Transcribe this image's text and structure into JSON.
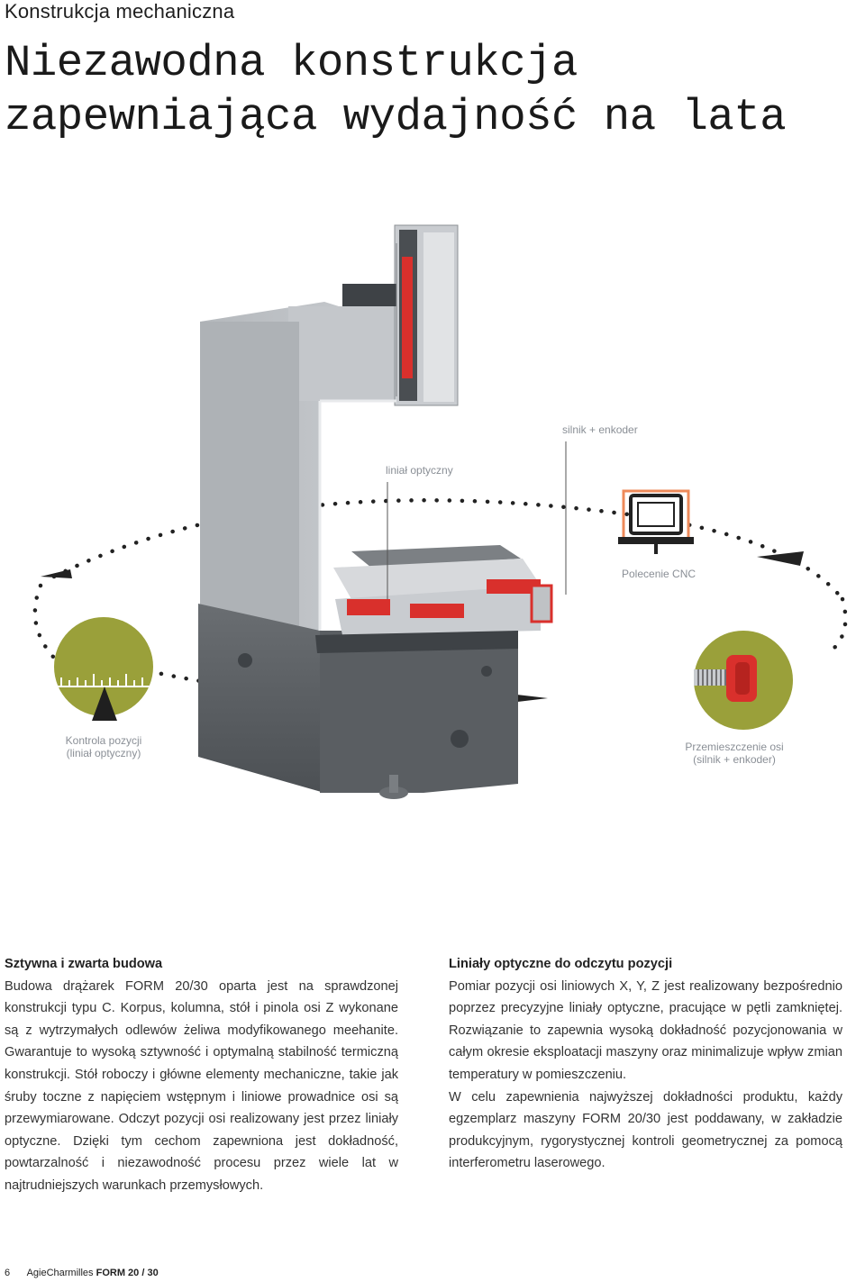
{
  "header": {
    "section": "Konstrukcja mechaniczna",
    "title_line1": "Niezawodna konstrukcja",
    "title_line2": "zapewniająca wydajność na lata"
  },
  "diagram": {
    "label_motor": "silnik + enkoder",
    "label_scale": "liniał optyczny",
    "label_cnc": "Polecenie CNC",
    "label_position_control_1": "Kontrola pozycji",
    "label_position_control_2": "(liniał optyczny)",
    "label_axis_move_1": "Przemieszczenie osi",
    "label_axis_move_2": "(silnik + enkoder)",
    "colors": {
      "olive": "#9aa03a",
      "red": "#d9302c",
      "machine_gray": "#b9bdc1",
      "dark_gray": "#3e4246"
    }
  },
  "left_column": {
    "heading": "Sztywna i zwarta budowa",
    "body": "Budowa drążarek FORM 20/30 oparta jest na sprawdzonej konstrukcji typu C. Korpus, kolumna, stół i pinola osi Z wykonane są z wytrzymałych odlewów żeliwa modyfikowanego meehanite. Gwarantuje to wysoką sztywność i optymalną stabilność termiczną konstrukcji. Stół roboczy i główne elementy mechaniczne, takie jak śruby toczne z napięciem wstępnym i liniowe prowadnice osi są przewymiarowane. Odczyt pozycji osi realizowany jest przez liniały optyczne. Dzięki tym cechom zapewniona jest dokładność, powtarzalność i niezawodność procesu przez wiele lat w najtrudniejszych warunkach przemysłowych."
  },
  "right_column": {
    "heading": "Liniały optyczne do odczytu pozycji",
    "body1": "Pomiar pozycji osi liniowych X, Y, Z jest realizowany bezpośrednio poprzez precyzyjne liniały optyczne, pracujące w pętli zamkniętej. Rozwiązanie to zapewnia wysoką dokładność pozycjonowania w całym okresie eksploatacji maszyny oraz minimalizuje wpływ zmian temperatury w pomieszczeniu.",
    "body2": "W celu zapewnienia najwyższej dokładności produktu, każdy egzemplarz maszyny FORM 20/30 jest poddawany, w zakładzie produkcyjnym, rygorystycznej kontroli geometrycznej za pomocą interferometru laserowego."
  },
  "footer": {
    "page_number": "6",
    "brand": "AgieCharmilles",
    "model": "FORM 20 / 30"
  }
}
